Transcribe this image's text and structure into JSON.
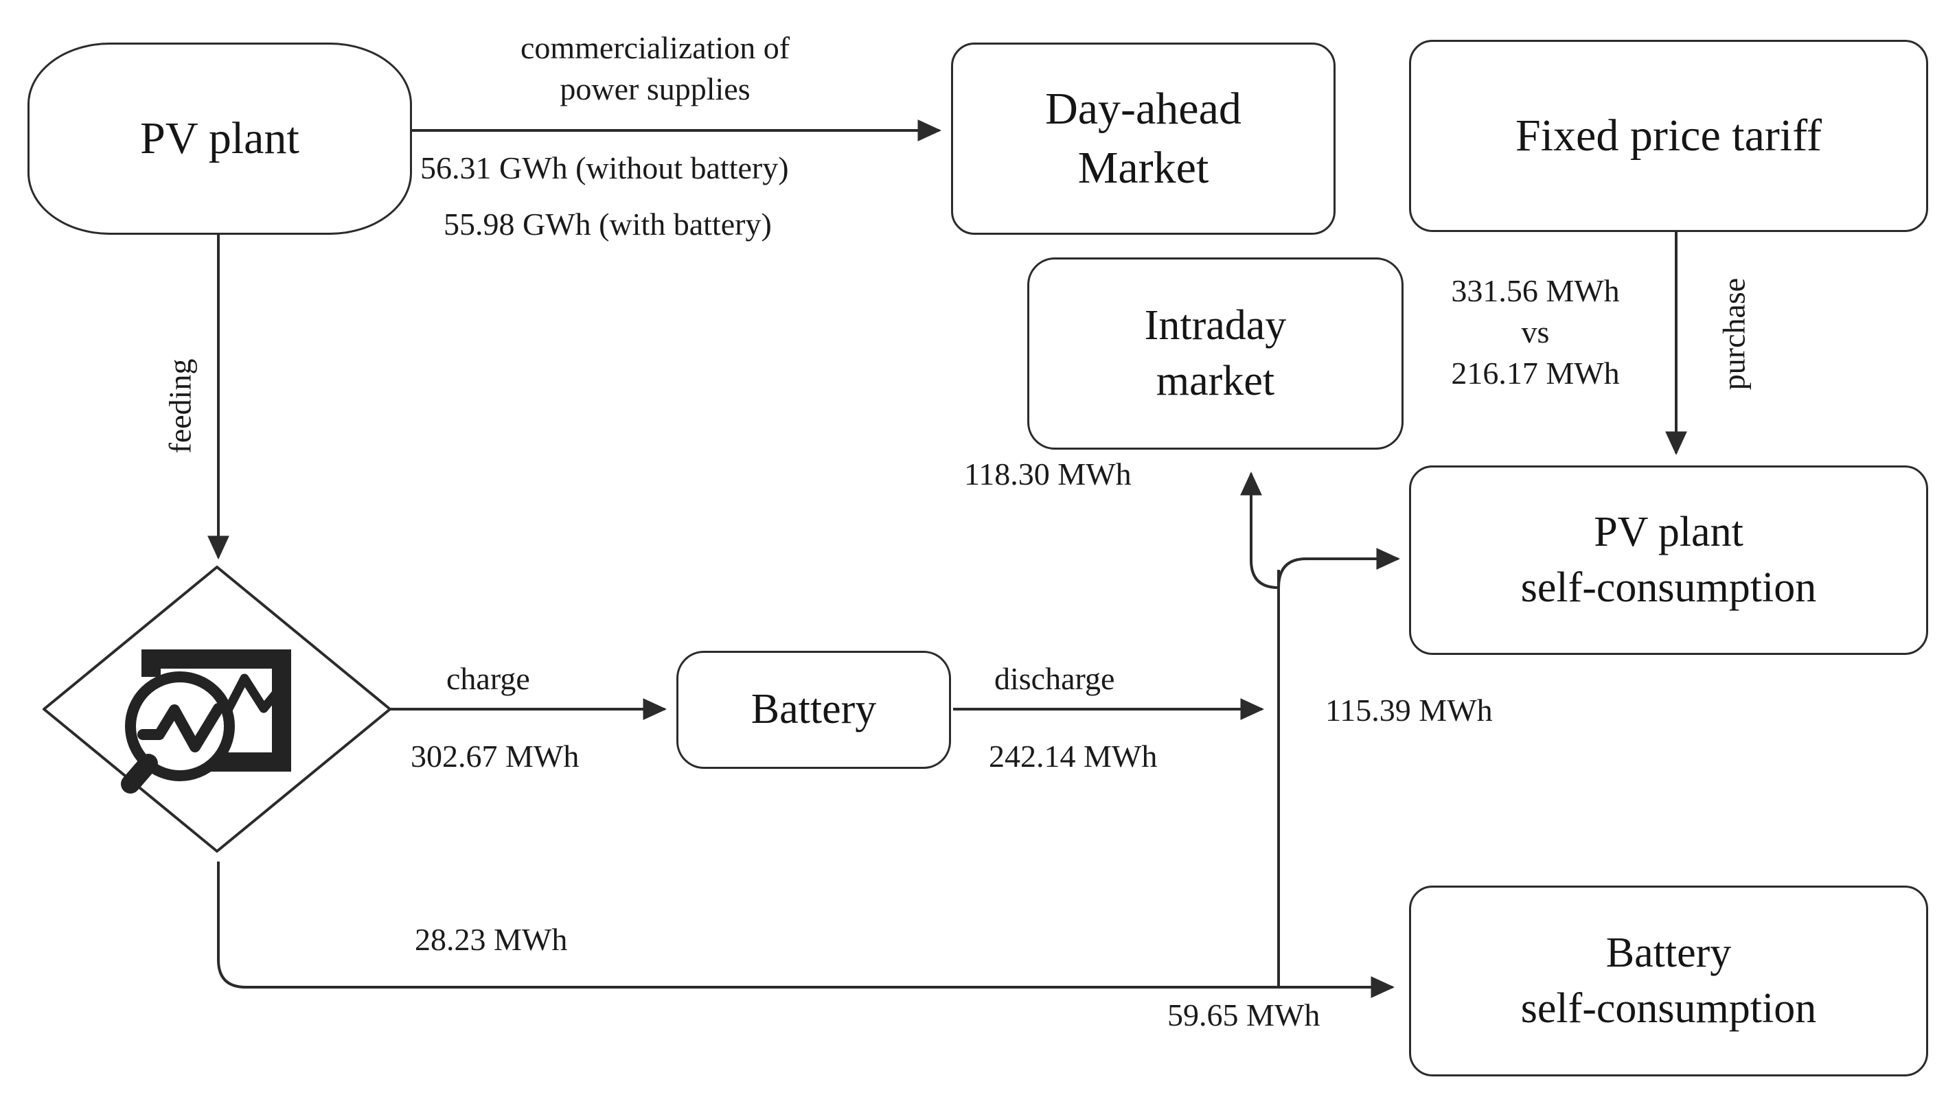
{
  "diagram": {
    "title": "PV plant energy flow with battery",
    "stroke_color": "#2b2b2b",
    "text_color": "#151515",
    "background": "#ffffff"
  },
  "nodes": {
    "pv_plant": {
      "label": "PV plant"
    },
    "day_ahead_market": {
      "label": "Day-ahead\nMarket"
    },
    "fixed_price_tariff": {
      "label": "Fixed price tariff"
    },
    "intraday_market": {
      "label": "Intraday\nmarket"
    },
    "pv_self_consumption": {
      "label": "PV plant\nself-consumption"
    },
    "battery": {
      "label": "Battery"
    },
    "battery_self_consumption": {
      "label": "Battery\nself-consumption"
    },
    "decision": {
      "icon": "chart-analysis-icon"
    }
  },
  "edges": {
    "commercialization_title": "commercialization of\npower supplies",
    "commercialization_without_battery": "56.31 GWh (without battery)",
    "commercialization_with_battery": "55.98 GWh (with battery)",
    "feeding": "feeding",
    "charge": "charge",
    "charge_value": "302.67 MWh",
    "discharge": "discharge",
    "discharge_value": "242.14 MWh",
    "direct_to_battery_selfconsumption": "28.23 MWh",
    "to_intraday_market": "118.30 MWh",
    "to_pv_selfconsumption": "115.39 MWh",
    "to_battery_selfconsumption": "59.65 MWh",
    "purchase": "purchase",
    "tariff_comparison": "331.56 MWh\nvs\n216.17 MWh"
  },
  "chart_data": {
    "type": "diagram",
    "title": "PV plant energy flow with battery storage",
    "flows": [
      {
        "from": "PV plant",
        "to": "Day-ahead Market",
        "label": "commercialization of power supplies",
        "values": [
          "56.31 GWh (without battery)",
          "55.98 GWh (with battery)"
        ]
      },
      {
        "from": "PV plant",
        "to": "decision",
        "label": "feeding",
        "values": []
      },
      {
        "from": "decision",
        "to": "Battery",
        "label": "charge",
        "values": [
          "302.67 MWh"
        ]
      },
      {
        "from": "Battery",
        "to": "bus",
        "label": "discharge",
        "values": [
          "242.14 MWh"
        ]
      },
      {
        "from": "decision",
        "to": "Battery self-consumption",
        "label": "",
        "values": [
          "28.23 MWh"
        ]
      },
      {
        "from": "bus",
        "to": "Intraday market",
        "label": "",
        "values": [
          "118.30 MWh"
        ]
      },
      {
        "from": "bus",
        "to": "PV plant self-consumption",
        "label": "",
        "values": [
          "115.39 MWh"
        ]
      },
      {
        "from": "bus",
        "to": "Battery self-consumption",
        "label": "",
        "values": [
          "59.65 MWh"
        ]
      },
      {
        "from": "Fixed price tariff",
        "to": "PV plant self-consumption",
        "label": "purchase",
        "values": [
          "331.56 MWh",
          "vs",
          "216.17 MWh"
        ]
      }
    ]
  }
}
